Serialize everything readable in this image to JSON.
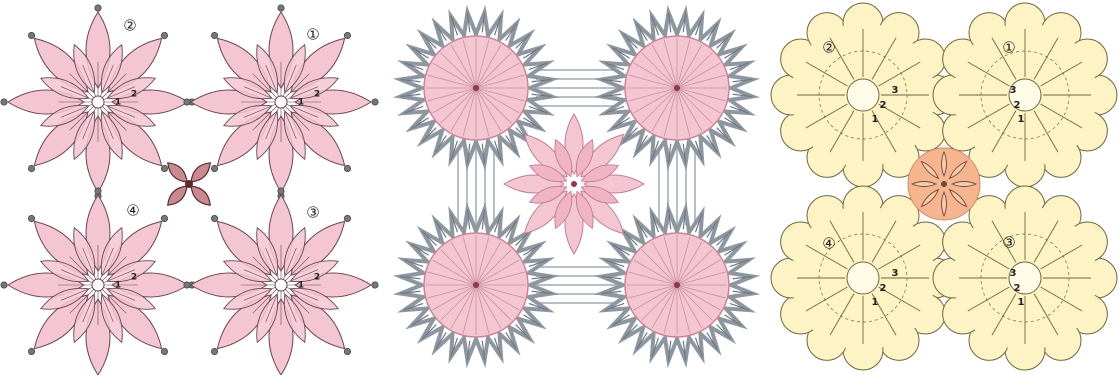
{
  "colors": {
    "background": "#ffffff",
    "pink_fill": "#f4c6d2",
    "pink_stroke": "#6a4550",
    "connector_fill": "#c98a8e",
    "connector_stroke": "#5a2a30",
    "gray_spike": "#8e979f",
    "yellow_fill": "#fdf3c4",
    "yellow_stroke": "#6f6640",
    "orange_fill": "#f6b48f",
    "beige_connector": "#efeadb"
  },
  "panels": [
    {
      "name": "left-panel",
      "motifs": [
        {
          "label": "②",
          "center_label": ""
        },
        {
          "label": "①",
          "center_label": ""
        },
        {
          "label": "④",
          "center_label": ""
        },
        {
          "label": "③",
          "center_label": ""
        }
      ],
      "round_labels": [
        "1",
        "2"
      ]
    },
    {
      "name": "middle-panel",
      "motifs": []
    },
    {
      "name": "right-panel",
      "motifs": [
        {
          "label": "②",
          "rounds": [
            "3",
            "2",
            "1"
          ]
        },
        {
          "label": "①",
          "rounds": [
            "3",
            "2",
            "1"
          ]
        },
        {
          "label": "④",
          "rounds": [
            "3",
            "2",
            "1"
          ]
        },
        {
          "label": "③",
          "rounds": [
            "3",
            "2",
            "1"
          ]
        }
      ]
    }
  ]
}
